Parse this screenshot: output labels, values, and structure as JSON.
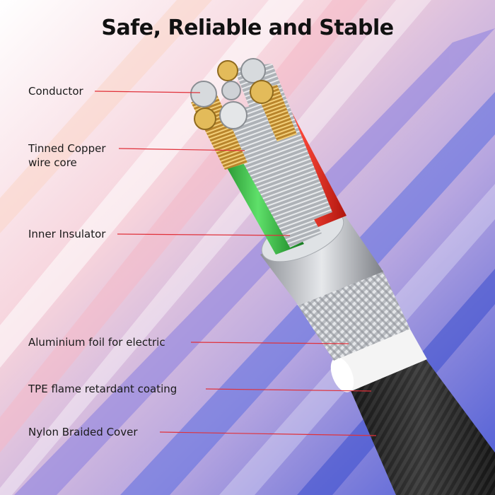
{
  "title": "Safe, Reliable and Stable",
  "labels": [
    {
      "id": "conductor",
      "lines": [
        "Conductor"
      ]
    },
    {
      "id": "tinned-copper",
      "lines": [
        "Tinned Copper",
        "wire core"
      ]
    },
    {
      "id": "inner-insulator",
      "lines": [
        "Inner Insulator"
      ]
    },
    {
      "id": "aluminium-foil",
      "lines": [
        "Aluminium foil for electric"
      ]
    },
    {
      "id": "tpe-coating",
      "lines": [
        "TPE flame retardant coating"
      ]
    },
    {
      "id": "nylon-cover",
      "lines": [
        "Nylon Braided Cover"
      ]
    }
  ],
  "colors": {
    "leader_line": "#e0313a",
    "wire_red": "#e8241c",
    "wire_green": "#2fb53a",
    "copper": "#d9a441",
    "silver": "#c9cdd2",
    "braid": "#2a2a2a"
  }
}
